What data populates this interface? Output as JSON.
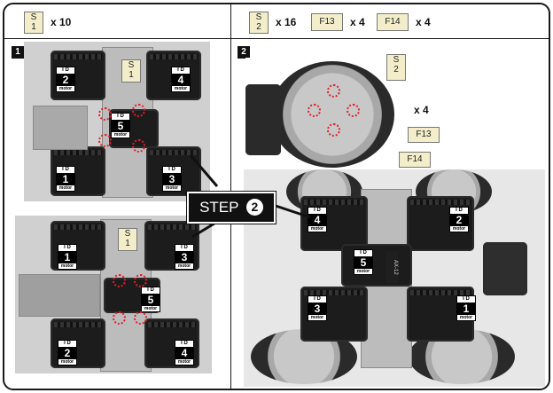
{
  "header": {
    "left_part": {
      "code": "S",
      "sub": "1",
      "qty": "x 10"
    },
    "right_parts": [
      {
        "code": "S",
        "sub": "2",
        "qty": "x 16"
      },
      {
        "code": "F13",
        "sub": "",
        "qty": "x 4"
      },
      {
        "code": "F14",
        "sub": "",
        "qty": "x 4"
      }
    ]
  },
  "panels": [
    {
      "number": "1"
    },
    {
      "number": "2"
    }
  ],
  "step": {
    "label": "STEP",
    "number": "2"
  },
  "id_label": {
    "top": "I D",
    "bottom": "motor"
  },
  "top_assembly": {
    "motor_ids": [
      "2",
      "4",
      "5",
      "1",
      "3"
    ],
    "part_callout": {
      "code": "S",
      "sub": "1"
    }
  },
  "bottom_assembly": {
    "motor_ids": [
      "1",
      "3",
      "5",
      "2",
      "4"
    ],
    "part_callout": {
      "code": "S",
      "sub": "1"
    }
  },
  "wheel_detail": {
    "callouts": [
      {
        "code": "S",
        "sub": "2"
      },
      {
        "code": "F13"
      },
      {
        "code": "F14"
      }
    ],
    "qty": "x 4"
  },
  "final_assembly": {
    "motor_ids": [
      "4",
      "2",
      "5",
      "3",
      "1"
    ],
    "servo_tag": "AX-12"
  }
}
